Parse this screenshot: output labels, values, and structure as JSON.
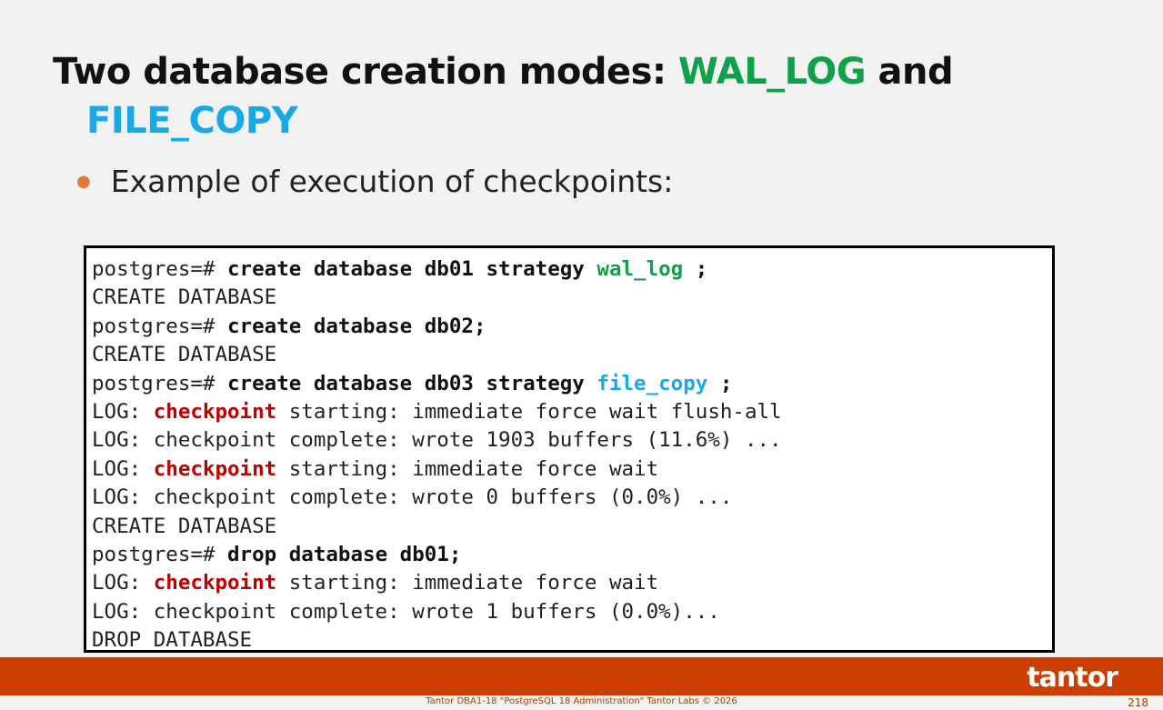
{
  "title": {
    "prefix": "Two database creation modes: ",
    "wal_log": "WAL_LOG",
    "and": " and",
    "file_copy": "FILE_COPY"
  },
  "bullet": "Example of execution of checkpoints:",
  "code": {
    "l1": {
      "prompt": "postgres=# ",
      "cmd": "create database db01 strategy ",
      "kw": "wal_log",
      "tail": " ;"
    },
    "l2": "CREATE DATABASE",
    "l3": {
      "prompt": "postgres=# ",
      "cmd": "create database db02;"
    },
    "l4": "CREATE DATABASE",
    "l5": {
      "prompt": "postgres=# ",
      "cmd": "create database db03 strategy ",
      "kw": "file_copy",
      "tail": " ;"
    },
    "l6": {
      "pre": "LOG: ",
      "kw": "checkpoint",
      "rest": " starting: immediate force wait flush-all"
    },
    "l7": "LOG: checkpoint complete: wrote 1903 buffers (11.6%) ...",
    "l8": {
      "pre": "LOG: ",
      "kw": "checkpoint",
      "rest": " starting: immediate force wait"
    },
    "l9": "LOG: checkpoint complete: wrote 0 buffers (0.0%) ...",
    "l10": "CREATE DATABASE",
    "l11": {
      "prompt": "postgres=# ",
      "cmd": "drop database db01;"
    },
    "l12": {
      "pre": "LOG: ",
      "kw": "checkpoint",
      "rest": " starting: immediate force wait"
    },
    "l13": "LOG: checkpoint complete: wrote 1 buffers (0.0%)...",
    "l14": "DROP DATABASE"
  },
  "footer": {
    "logo": "tantor",
    "text": "Tantor DBA1-18 \"PostgreSQL 18 Administration\" Tantor Labs © 2026",
    "page": "218"
  },
  "colors": {
    "accent_green": "#0ea14a",
    "accent_blue": "#18a9e6",
    "accent_red": "#c00000",
    "footer_bar": "#cc3d00"
  }
}
